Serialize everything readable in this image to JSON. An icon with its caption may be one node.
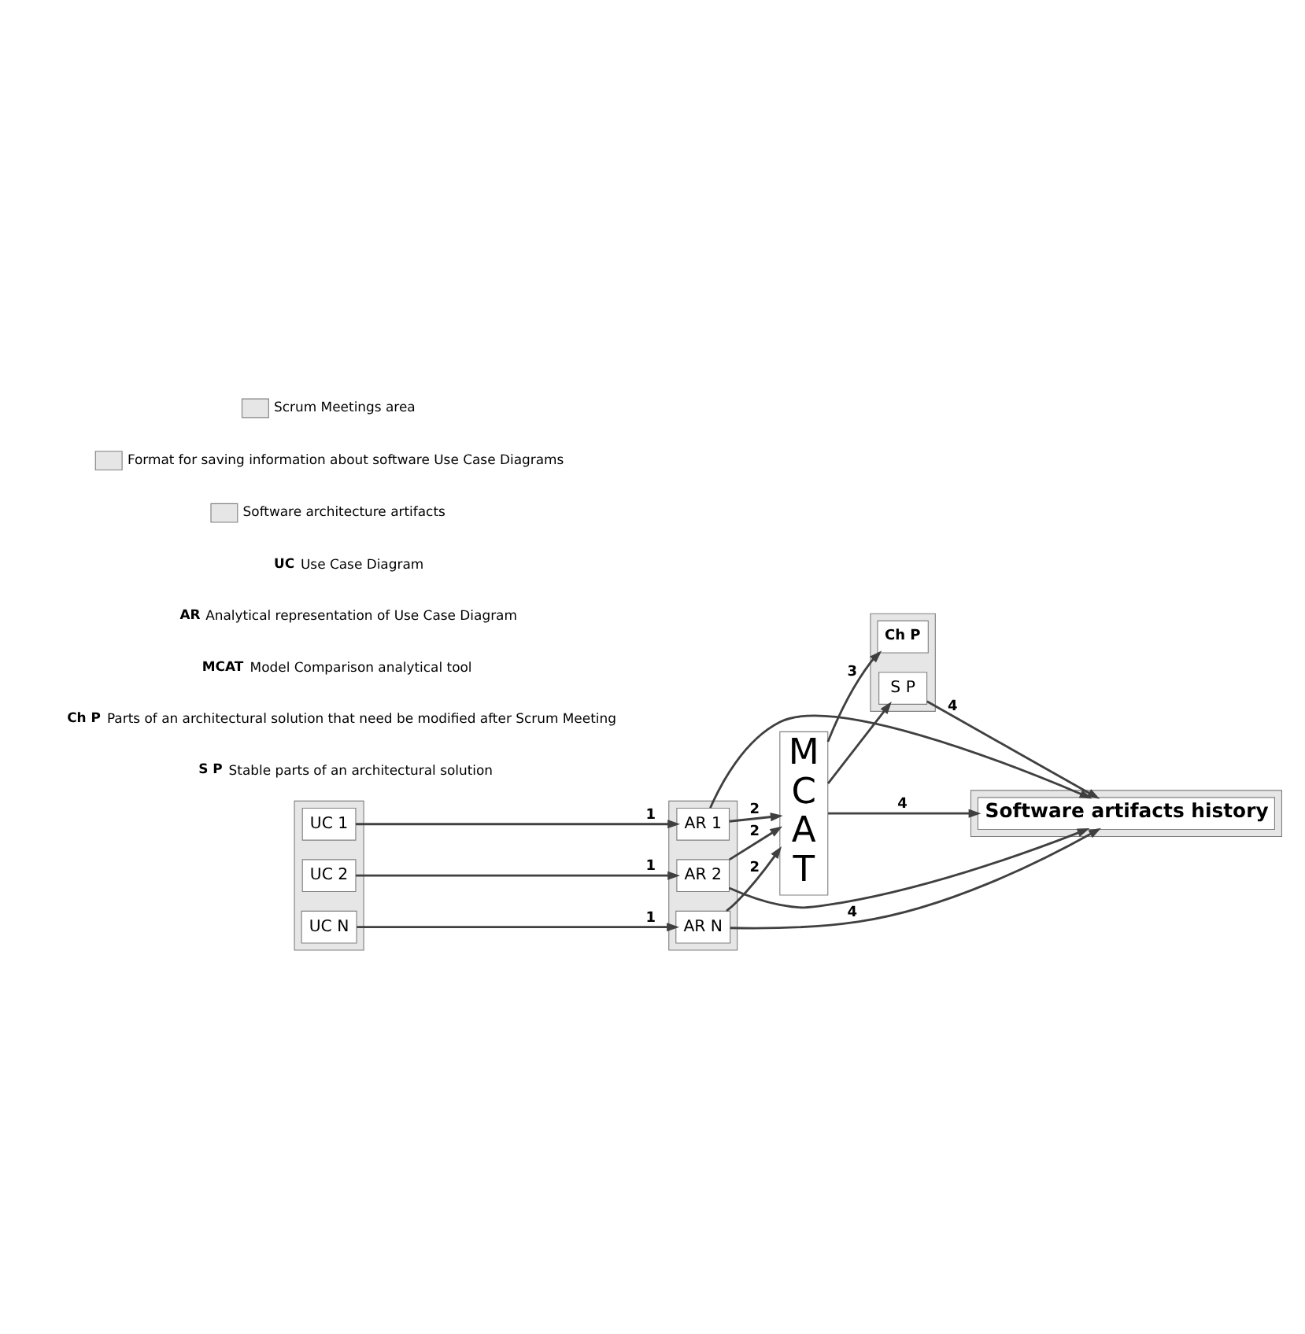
{
  "diagram": {
    "nodes": [
      {
        "text": [],
        "shape": "box"
      },
      {
        "text": [
          "UC 1"
        ],
        "in": 0
      },
      {
        "text": [
          "UC 2"
        ],
        "in": 0
      },
      {
        "text": [
          "UC N"
        ],
        "in": 0
      },
      {
        "text": [],
        "shape": "box"
      },
      {
        "text": [
          "AR 1"
        ],
        "in": 4
      },
      {
        "text": [
          "AR 2"
        ],
        "in": 4
      },
      {
        "text": [
          "AR N"
        ],
        "in": 4
      },
      {
        "text": [
          "M C A T"
        ]
      },
      {
        "text": [],
        "shape": "box"
      },
      {
        "text": [
          "Ch P"
        ],
        "in": 9
      },
      {
        "text": [
          "S P"
        ],
        "in": 9
      },
      {
        "text": [],
        "shape": "box"
      },
      {
        "text": [
          "Software artifacts history"
        ],
        "in": 12
      }
    ],
    "edges": [
      {
        "from": 1,
        "to": 5,
        "arrow": "to",
        "label": "1"
      },
      {
        "from": 2,
        "to": 6,
        "arrow": "to",
        "label": "1"
      },
      {
        "from": 3,
        "to": 7,
        "arrow": "to",
        "label": "1"
      },
      {
        "from": 5,
        "to": 8,
        "arrow": "to",
        "label": "2"
      },
      {
        "from": 6,
        "to": 8,
        "arrow": "to",
        "label": "2"
      },
      {
        "from": 7,
        "to": 8,
        "arrow": "to",
        "label": "2"
      },
      {
        "from": 8,
        "to": 10,
        "arrow": "to",
        "label": "3"
      },
      {
        "from": 8,
        "to": 11,
        "arrow": "to"
      },
      {
        "from": 11,
        "to": 13,
        "arrow": "to",
        "label": "4"
      },
      {
        "from": 8,
        "to": 13,
        "arrow": "to",
        "label": "4"
      },
      {
        "from": 5,
        "to": 13,
        "arrow": "to"
      },
      {
        "from": 6,
        "to": 13,
        "arrow": "to"
      },
      {
        "from": 7,
        "to": 13,
        "arrow": "to",
        "label": "4"
      }
    ],
    "labels": [
      "UC",
      "Use Case Diagram",
      "AR",
      "Analytical representation of Use Case Diagram",
      "MCAT",
      "Model Comparison analytical tool",
      "Ch P",
      "Parts of an architectural solution that need be modified after Scrum Meeting",
      "S P",
      "Stable parts of an architectural solution"
    ],
    "legend": [
      {
        "text": "Scrum Meetings area",
        "color": "#e6e6e6"
      },
      {
        "text": "Format for saving information about software Use Case Diagrams",
        "color": "#e6e6e6"
      },
      {
        "text": "Software architecture artifacts",
        "color": "#e6e6e6"
      }
    ]
  }
}
